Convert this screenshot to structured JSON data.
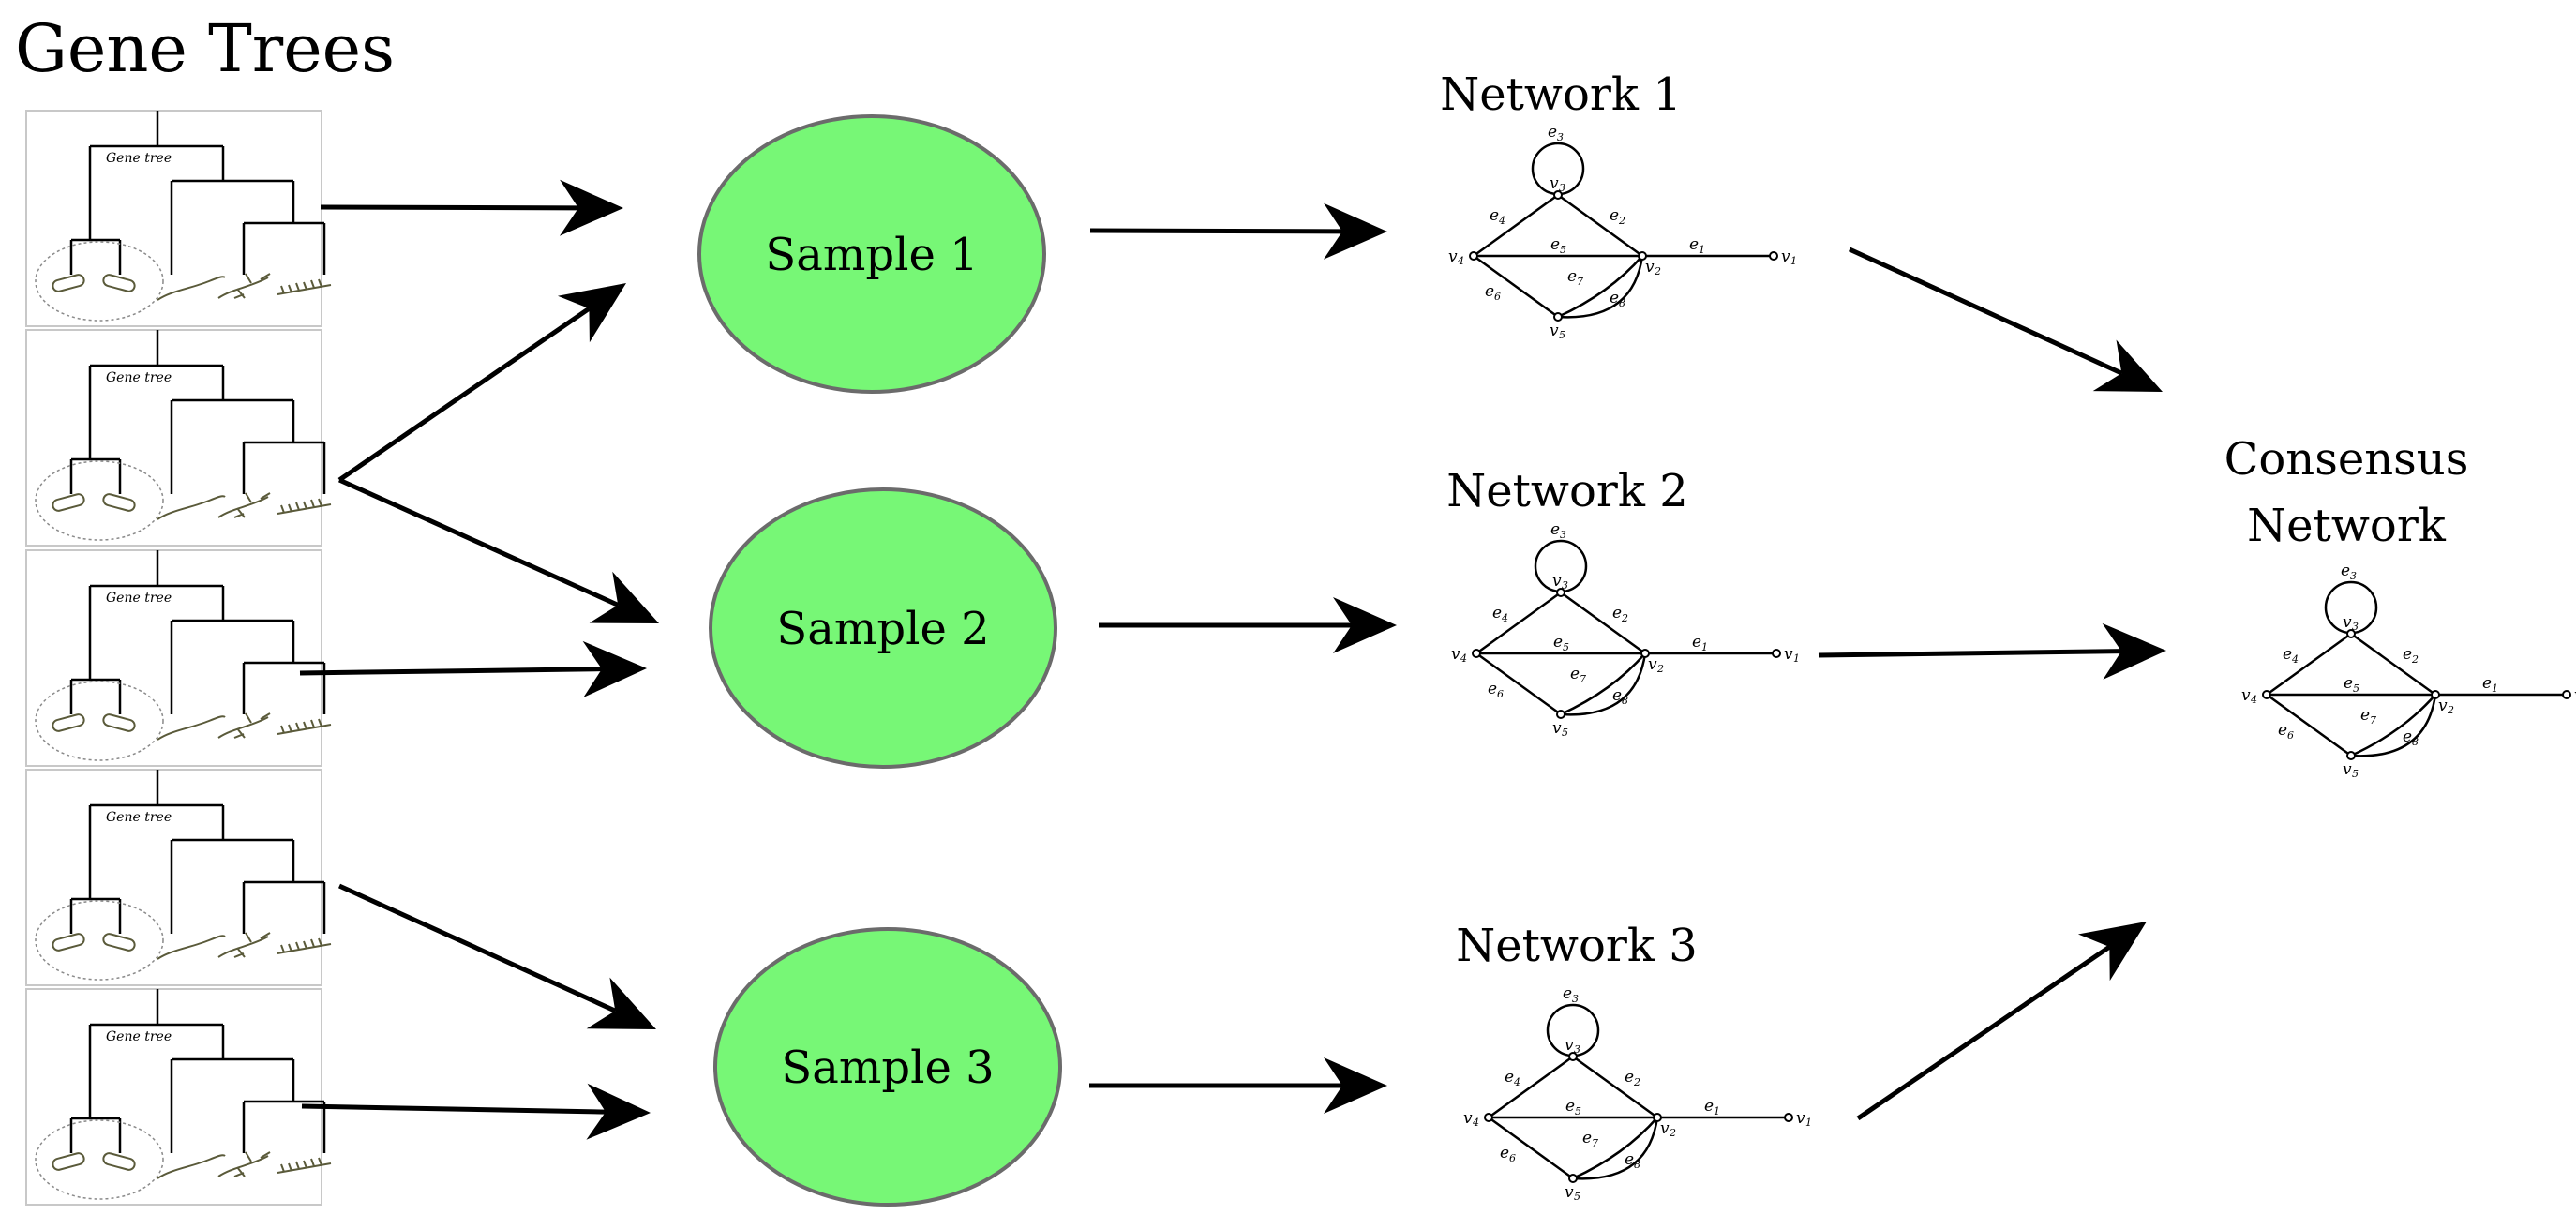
{
  "title": "Gene Trees",
  "gene_tree_caption": "Gene tree",
  "gene_tree_count": 5,
  "samples": [
    {
      "label": "Sample 1"
    },
    {
      "label": "Sample 2"
    },
    {
      "label": "Sample 3"
    }
  ],
  "networks": [
    {
      "title": "Network 1"
    },
    {
      "title": "Network 2"
    },
    {
      "title": "Network 3"
    }
  ],
  "consensus": {
    "line1": "Consensus",
    "line2": "Network"
  },
  "graph_labels": {
    "edges": [
      "e1",
      "e2",
      "e3",
      "e4",
      "e5",
      "e6",
      "e7",
      "e8"
    ],
    "vertices": [
      "v1",
      "v2",
      "v3",
      "v4",
      "v5"
    ]
  },
  "edges": [
    {
      "from": "gene-tree-1",
      "to": "sample-1"
    },
    {
      "from": "gene-tree-2",
      "to": "sample-1"
    },
    {
      "from": "gene-tree-2",
      "to": "sample-2"
    },
    {
      "from": "gene-tree-3",
      "to": "sample-2"
    },
    {
      "from": "gene-tree-4",
      "to": "sample-3"
    },
    {
      "from": "gene-tree-5",
      "to": "sample-3"
    },
    {
      "from": "sample-1",
      "to": "network-1"
    },
    {
      "from": "sample-2",
      "to": "network-2"
    },
    {
      "from": "sample-3",
      "to": "network-3"
    },
    {
      "from": "network-1",
      "to": "consensus-network"
    },
    {
      "from": "network-2",
      "to": "consensus-network"
    },
    {
      "from": "network-3",
      "to": "consensus-network"
    }
  ],
  "colors": {
    "sample_fill": "#77f776",
    "sample_stroke": "#6b6b6b",
    "arrow": "#000000",
    "panel_border": "#c8c8c8",
    "tree_line": "#000000"
  }
}
